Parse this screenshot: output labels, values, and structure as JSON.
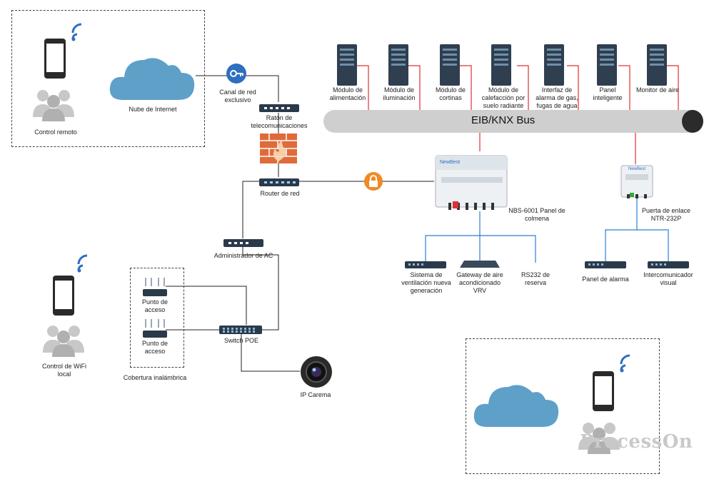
{
  "bus": {
    "label": "EIB/KNX Bus"
  },
  "top_left": {
    "cloud_label": "Nube de Internet",
    "user_label": "Control remoto"
  },
  "channel_label": "Canal de red exclusivo",
  "telecom_router_label": "Ratón de telecomunicaciones",
  "network_router_label": "Router de red",
  "ac_admin_label": "Administrador de AC",
  "poe_switch_label": "Switch POE",
  "ip_camera_label": "IP Carema",
  "access_points": [
    {
      "label": "Punto de acceso"
    },
    {
      "label": "Punto de acceso"
    }
  ],
  "wireless_label": "Cobertura inalámbrica",
  "local_wifi_label": "Control de WiFi local",
  "modules": [
    {
      "label": "Módulo de alimentación"
    },
    {
      "label": "Módulo de iluminación"
    },
    {
      "label": "Módulo de cortinas"
    },
    {
      "label": "Módulo de calefacción por suelo radiante"
    },
    {
      "label": "Interfaz de alarma de gas, fugas de agua"
    },
    {
      "label": "Panel inteligente"
    },
    {
      "label": "Monitor de aire"
    }
  ],
  "hive_panel": {
    "brand": "NewBest",
    "label": "NBS-6001 Panel de colmena"
  },
  "gateway": {
    "brand": "NewBest",
    "label": "Puerta de enlace NTR-232P"
  },
  "hive_children": [
    {
      "label": "Sistema de ventilación nueva generación"
    },
    {
      "label": "Gateway de aire acondicionado VRV"
    },
    {
      "label": "RS232 de reserva"
    }
  ],
  "gateway_children": [
    {
      "label": "Panel de alarma"
    },
    {
      "label": "Intercomunicador visual"
    }
  ],
  "watermark": "ProcessOn",
  "colors": {
    "bus": "#cfcfcf",
    "knx_link": "#e03030",
    "rs_link": "#2a7fd4",
    "net_link": "#222222",
    "cloud": "#5fa0c9",
    "wifi": "#2e6fc0",
    "lock": "#f08a24"
  }
}
